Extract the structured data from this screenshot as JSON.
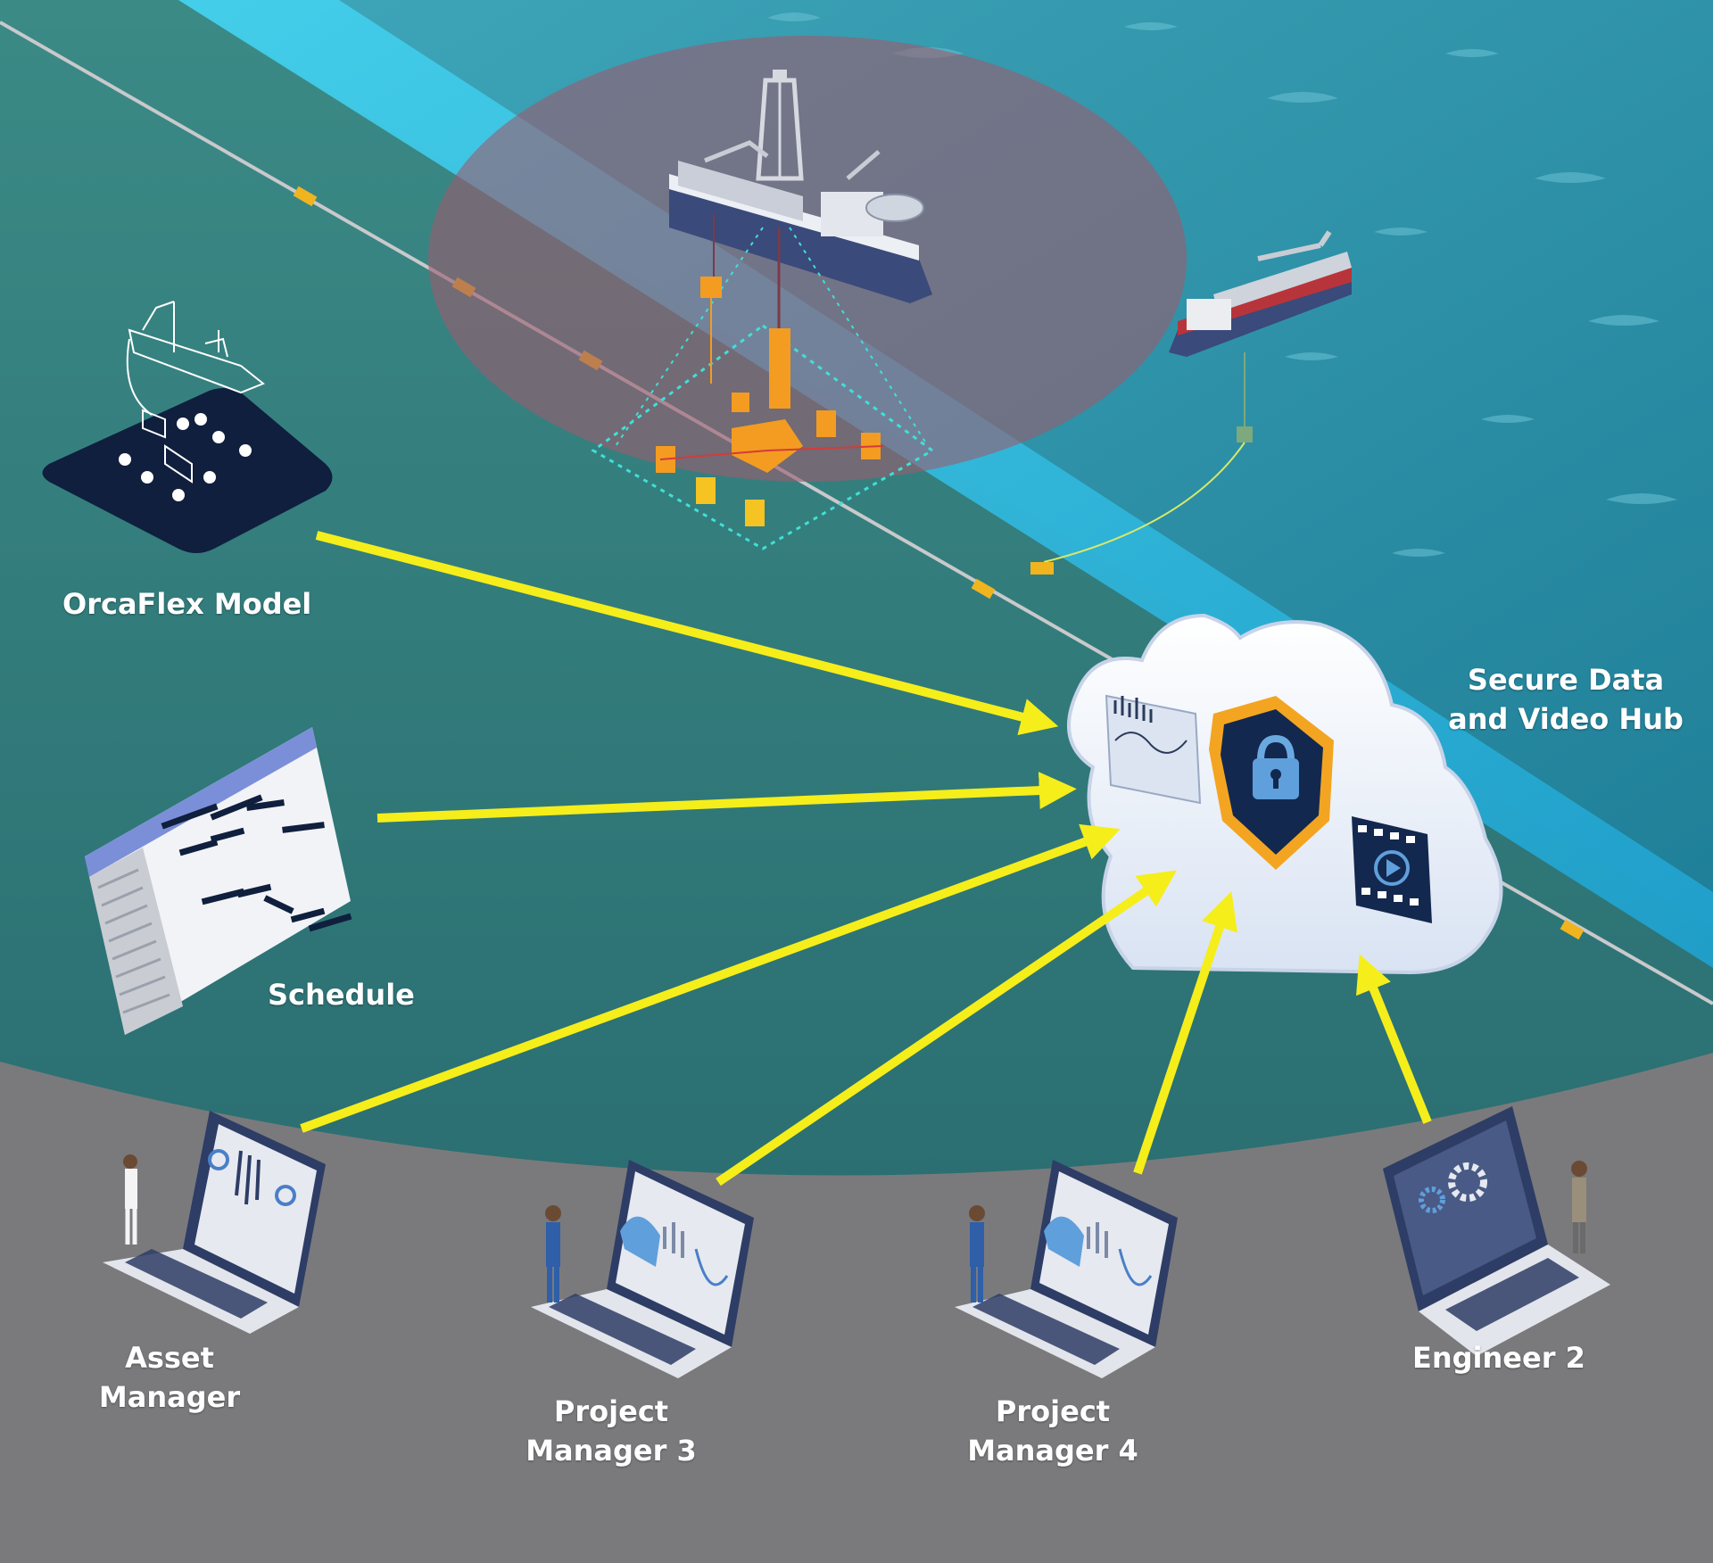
{
  "diagram": {
    "nodes": {
      "orcaflex_model": {
        "label": "OrcaFlex Model",
        "icon": "subsea-field-model-icon"
      },
      "schedule": {
        "label": "Schedule",
        "icon": "gantt-chart-icon"
      },
      "hub": {
        "label_line1": "Secure Data",
        "label_line2": "and Video Hub",
        "icon": "cloud-lock-icon"
      },
      "asset_manager": {
        "label_line1": "Asset",
        "label_line2": "Manager",
        "icon": "laptop-dashboard-icon"
      },
      "project_manager_3": {
        "label_line1": "Project",
        "label_line2": "Manager 3",
        "icon": "laptop-charts-icon"
      },
      "project_manager_4": {
        "label_line1": "Project",
        "label_line2": "Manager 4",
        "icon": "laptop-charts-icon"
      },
      "engineer_2": {
        "label": "Engineer 2",
        "icon": "laptop-gears-icon"
      }
    },
    "edges": [
      {
        "from": "orcaflex_model",
        "to": "hub"
      },
      {
        "from": "schedule",
        "to": "hub"
      },
      {
        "from": "asset_manager",
        "to": "hub"
      },
      {
        "from": "project_manager_3",
        "to": "hub"
      },
      {
        "from": "project_manager_4",
        "to": "hub"
      },
      {
        "from": "engineer_2",
        "to": "hub"
      }
    ]
  },
  "colors": {
    "arrow": "#f5ee1b",
    "sea_surface": "#2d93a8",
    "seabed": "#36807e",
    "ground": "#7a7a7c",
    "zone": "#9b5c6e",
    "cloud": "#eef3fb",
    "shield": "#f3a521"
  }
}
